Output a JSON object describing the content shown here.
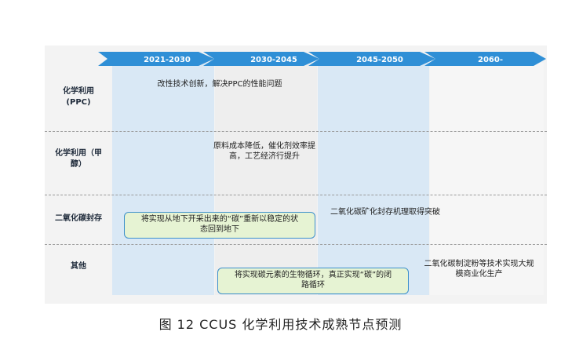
{
  "periods": [
    "2021-2030",
    "2030-2045",
    "2045-2050",
    "2060-"
  ],
  "rows": [
    {
      "label": "化学利用\n(PPC)"
    },
    {
      "label": "化学利用（甲\n醇）"
    },
    {
      "label": "二氧化碳封存"
    },
    {
      "label": "其他"
    }
  ],
  "notes": {
    "ppc": "改性技术创新，解决PPC的性能问题",
    "methanol": "原料成本降低，催化剂效率提\n高，工艺经济行提升",
    "mineral": "二氧化碳矿化封存机理取得突破",
    "other": "二氧化碳制淀粉等技术实现大规\n模商业化生产"
  },
  "callouts": {
    "storage": "将实现从地下开采出来的“碳”重新以稳定的状\n态回到地下",
    "cycle": "将实现碳元素的生物循环，真正实现“碳”的闭\n路循环"
  },
  "caption": "图 12   CCUS 化学利用技术成熟节点预测",
  "colors": {
    "arrow": "#2f8fd6",
    "band_blue": "#d9e8f5",
    "callout_fill": "#e6f3d3",
    "callout_border": "#3c8fcc"
  }
}
